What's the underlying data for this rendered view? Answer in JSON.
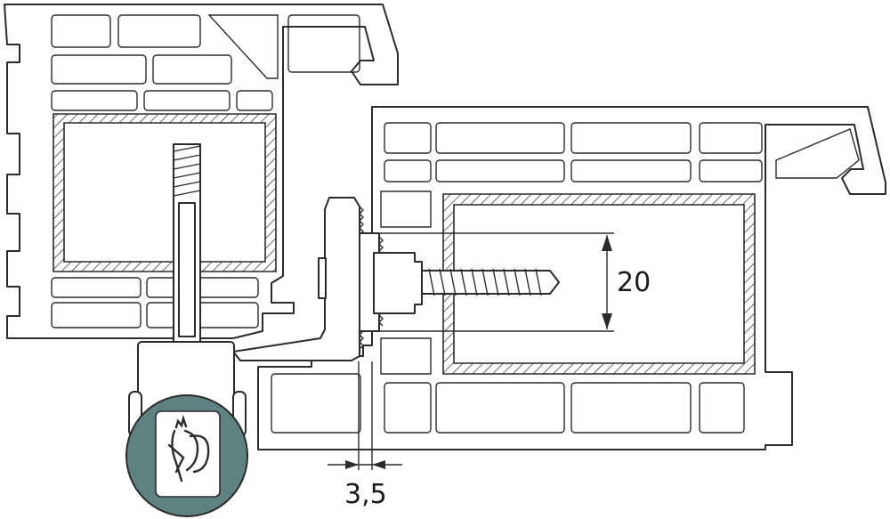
{
  "dimensions": {
    "height_label": "20",
    "gap_label": "3,5"
  },
  "colors": {
    "roller": "#5e827f",
    "line": "#2b2b2b",
    "logo_bg": "#ffffff"
  },
  "icons": {
    "logo": "rooster-logo"
  }
}
